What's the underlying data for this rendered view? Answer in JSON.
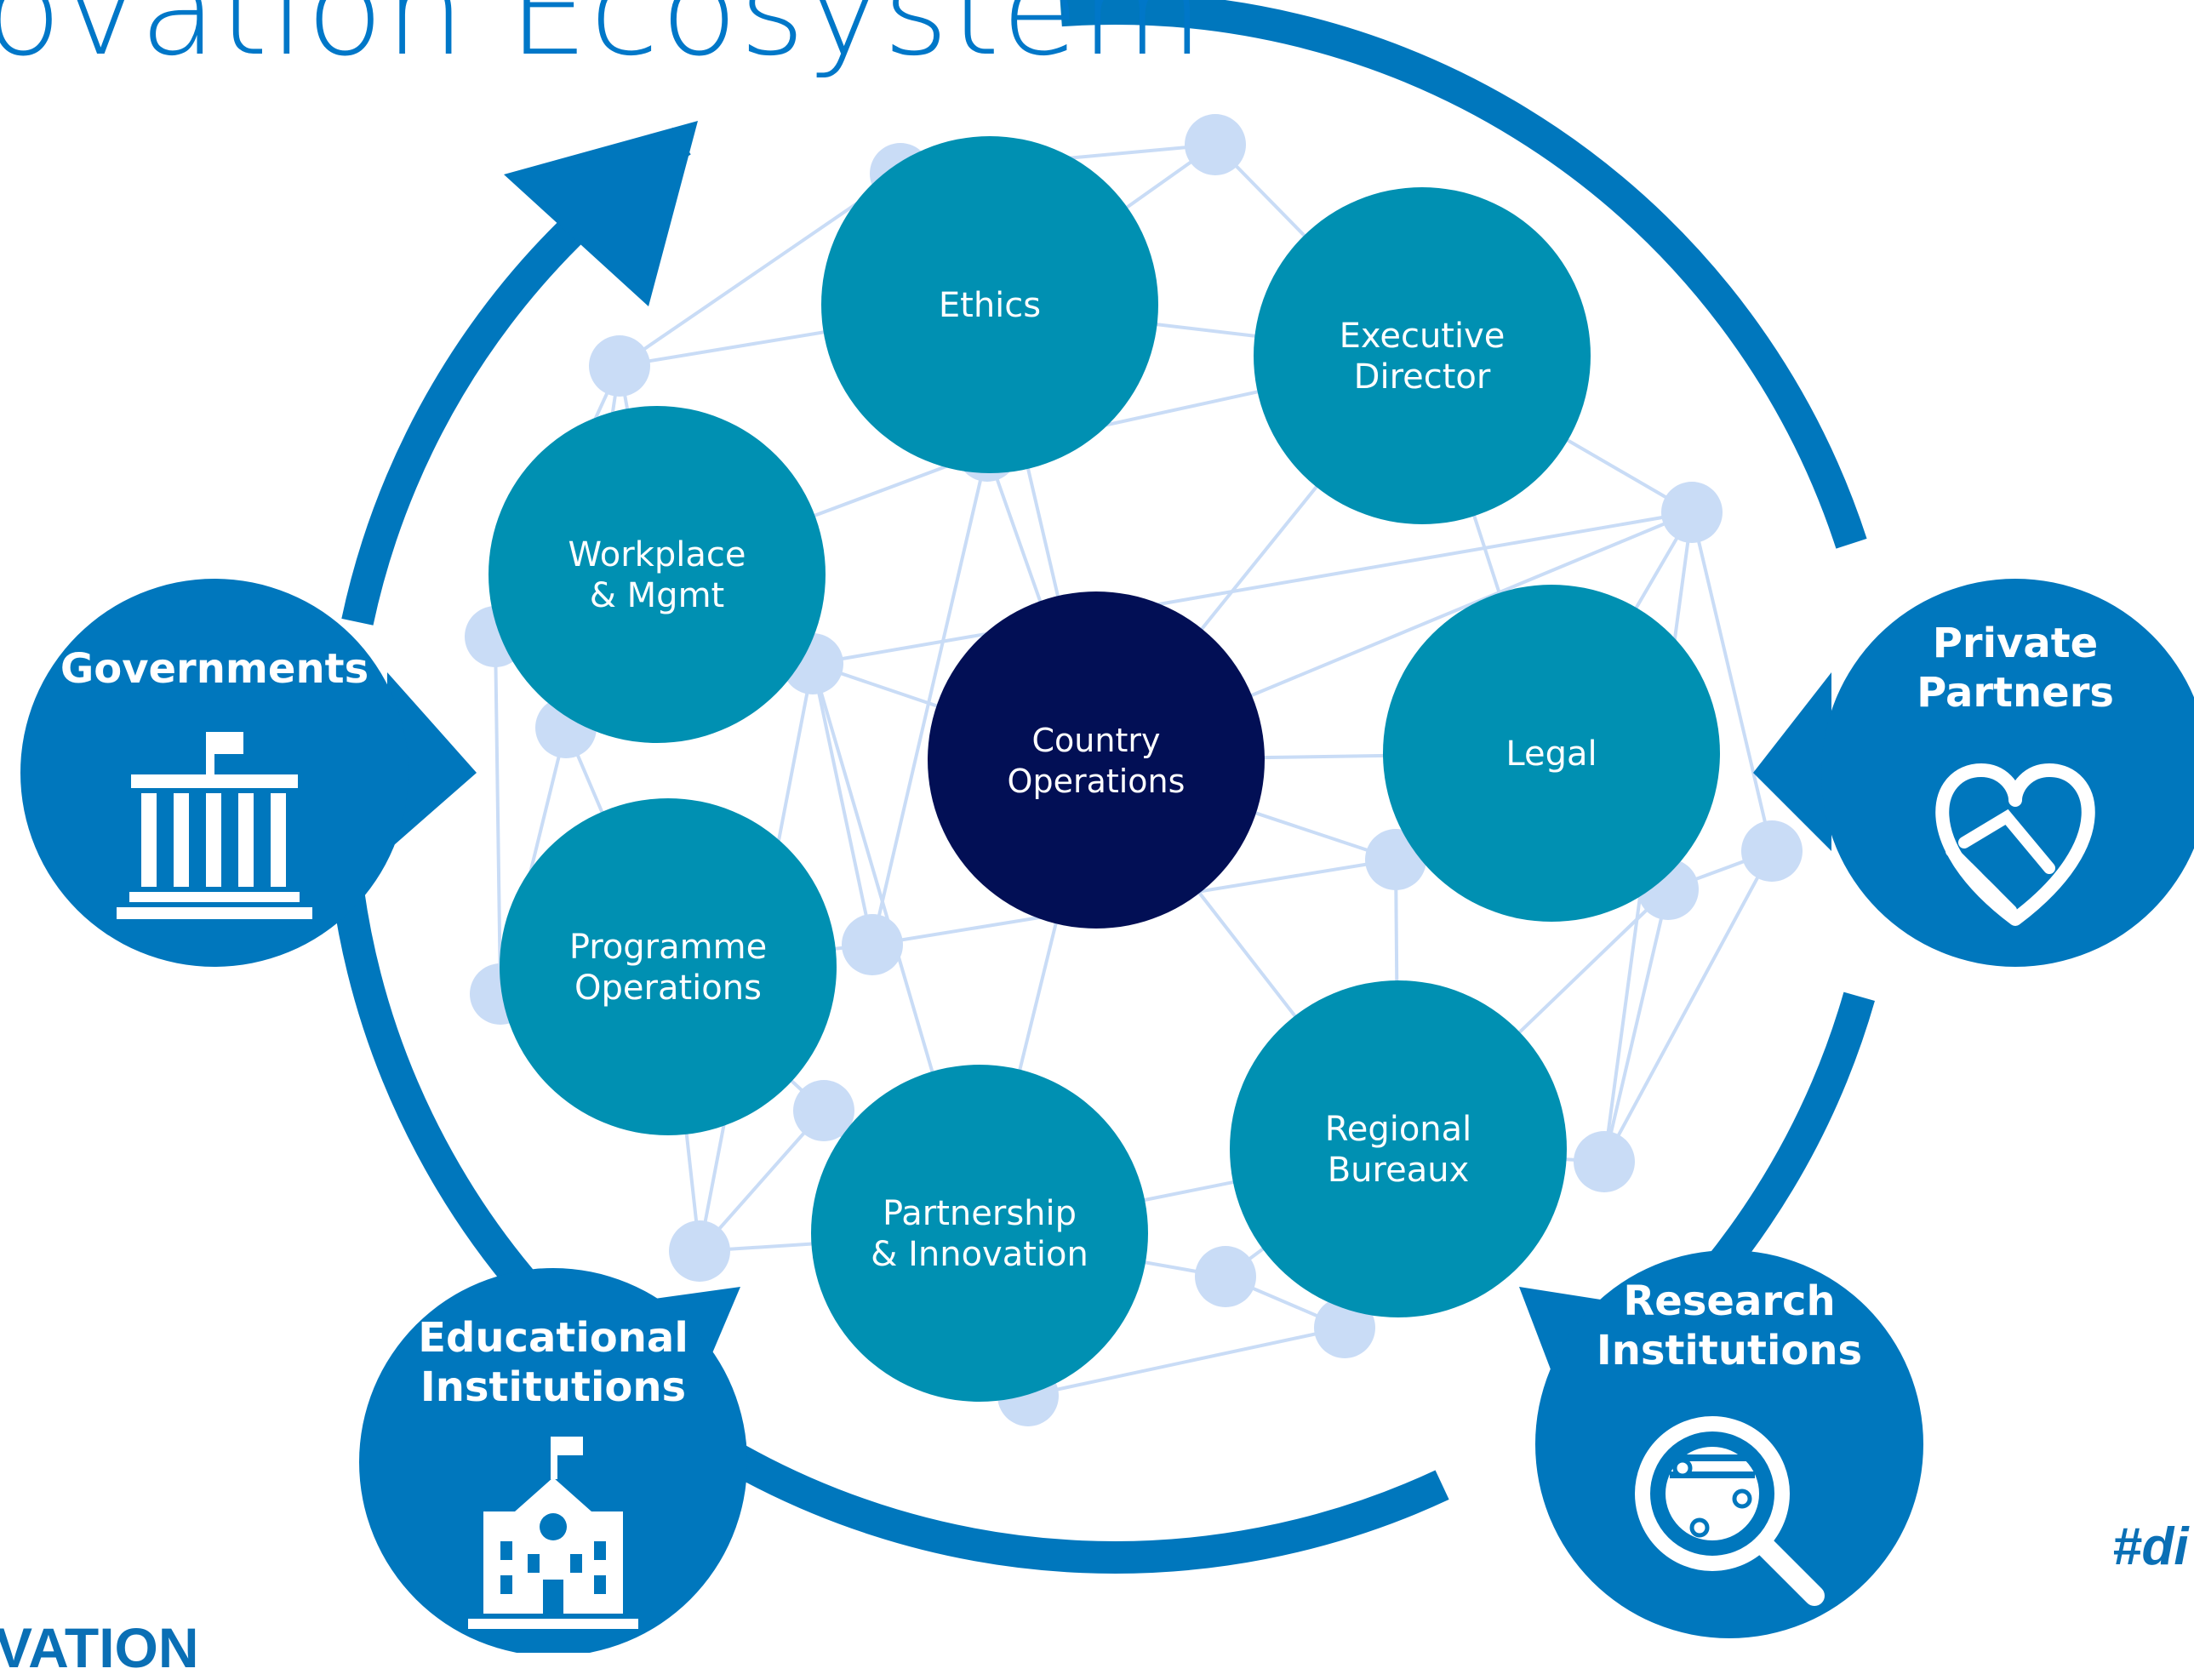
{
  "header": {
    "title": "ovation Ecosystem"
  },
  "footer": {
    "brand_fragment": "VATION",
    "hashtag": "#di"
  },
  "colors": {
    "unit_circle": "#0090b2",
    "center_circle": "#020f55",
    "partner_circle": "#0077bd",
    "arrow": "#0077bd",
    "network_node": "#c9dcf6",
    "network_line": "#c9dcf6"
  },
  "units": [
    {
      "id": "ethics",
      "lines": [
        "Ethics"
      ]
    },
    {
      "id": "executive-director",
      "lines": [
        "Executive",
        "Director"
      ]
    },
    {
      "id": "workplace-mgmt",
      "lines": [
        "Workplace",
        "& Mgmt"
      ]
    },
    {
      "id": "country-operations",
      "lines": [
        "Country",
        "Operations"
      ]
    },
    {
      "id": "legal",
      "lines": [
        "Legal"
      ]
    },
    {
      "id": "programme-operations",
      "lines": [
        "Programme",
        "Operations"
      ]
    },
    {
      "id": "regional-bureaux",
      "lines": [
        "Regional",
        "Bureaux"
      ]
    },
    {
      "id": "partnership-innovation",
      "lines": [
        "Partnership",
        "& Innovation"
      ]
    }
  ],
  "partners": [
    {
      "id": "governments",
      "lines": [
        "Governments"
      ],
      "icon": "government-building-icon"
    },
    {
      "id": "private-partners",
      "lines": [
        "Private",
        "Partners"
      ],
      "icon": "handshake-heart-icon"
    },
    {
      "id": "educational-institutions",
      "lines": [
        "Educational",
        "Institutions"
      ],
      "icon": "school-building-icon"
    },
    {
      "id": "research-institutions",
      "lines": [
        "Research",
        "Institutions"
      ],
      "icon": "research-magnifier-icon"
    }
  ]
}
